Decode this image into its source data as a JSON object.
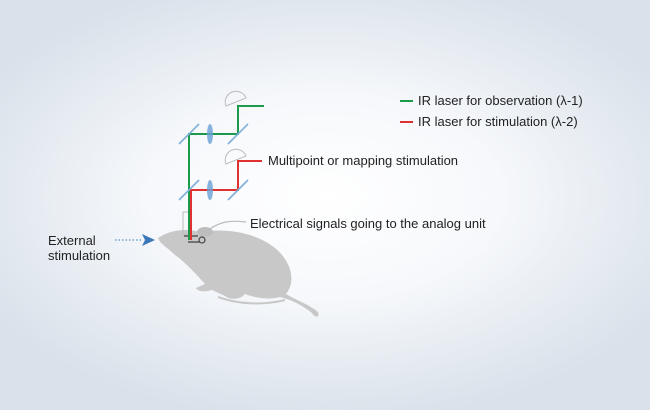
{
  "legend": [
    {
      "label": "IR laser for observation (λ-1)",
      "color": "#1a9a4a"
    },
    {
      "label": "IR laser for stimulation (λ-2)",
      "color": "#e03030"
    }
  ],
  "labels": {
    "multipoint": "Multipoint or mapping stimulation",
    "electrical": "Electrical signals going to the analog unit",
    "external_line1": "External",
    "external_line2": "stimulation"
  },
  "colors": {
    "mirror": "#7fb0dc",
    "lens": "#6aa0d6",
    "mouse": "#c8c8c8",
    "arrow": "#3a78b8"
  }
}
